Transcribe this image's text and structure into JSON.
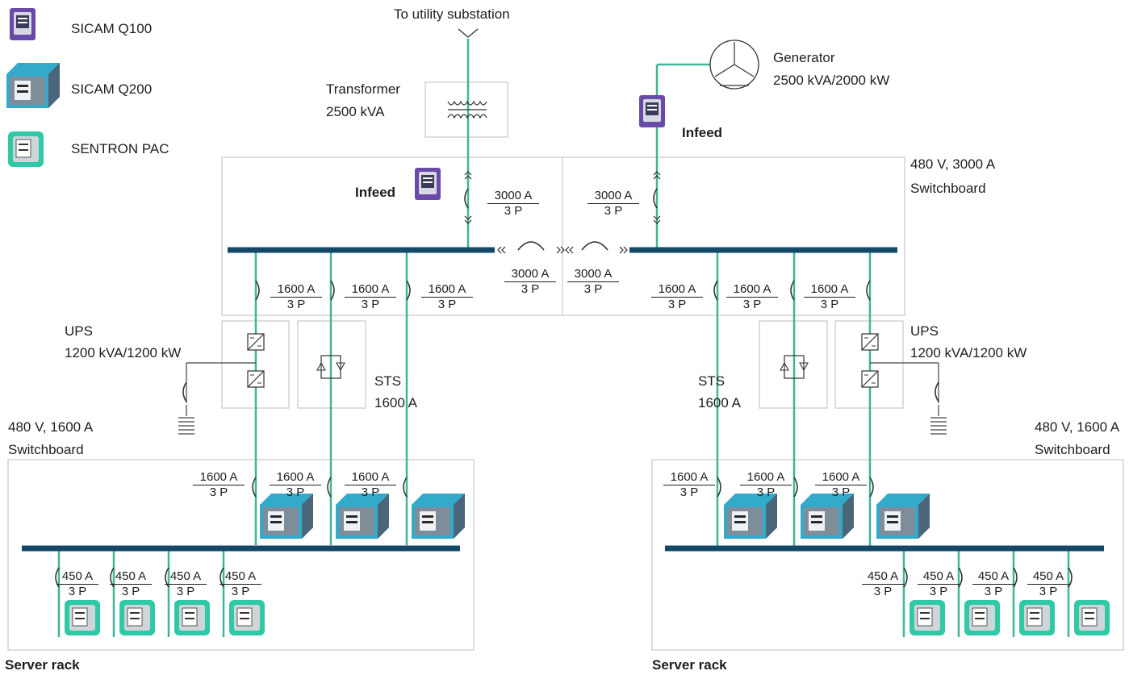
{
  "colors": {
    "bus": "#144866",
    "feeder": "#40b59a",
    "frame": "#c8c8c8",
    "q100": "#6a4aa8",
    "q200": "#34aacb",
    "pac": "#2fc9a6",
    "text": "#1e1e1e"
  },
  "legend": [
    {
      "icon": "sicam-q100-icon",
      "label": "SICAM Q100"
    },
    {
      "icon": "sicam-q200-icon",
      "label": "SICAM Q200"
    },
    {
      "icon": "sentron-pac-icon",
      "label": "SENTRON PAC"
    }
  ],
  "utility": "To utility substation",
  "transformer": {
    "title": "Transformer",
    "rating": "2500 kVA"
  },
  "generator": {
    "title": "Generator",
    "rating": "2500 kVA/2000 kW"
  },
  "infeed": "Infeed",
  "main_switchboard": {
    "voltage": "480 V, 3000 A",
    "name": "Switchboard"
  },
  "breakers": {
    "infeed_left": {
      "rating": "3000 A",
      "poles": "3 P"
    },
    "infeed_right": {
      "rating": "3000 A",
      "poles": "3 P"
    },
    "tie_left": {
      "rating": "3000 A",
      "poles": "3 P"
    },
    "tie_right": {
      "rating": "3000 A",
      "poles": "3 P"
    },
    "feeder_left": [
      {
        "rating": "1600 A",
        "poles": "3 P"
      },
      {
        "rating": "1600 A",
        "poles": "3 P"
      },
      {
        "rating": "1600 A",
        "poles": "3 P"
      }
    ],
    "feeder_right": [
      {
        "rating": "1600 A",
        "poles": "3 P"
      },
      {
        "rating": "1600 A",
        "poles": "3 P"
      },
      {
        "rating": "1600 A",
        "poles": "3 P"
      }
    ],
    "sub_left": [
      {
        "rating": "1600 A",
        "poles": "3 P"
      },
      {
        "rating": "1600 A",
        "poles": "3 P"
      },
      {
        "rating": "1600 A",
        "poles": "3 P"
      }
    ],
    "sub_right": [
      {
        "rating": "1600 A",
        "poles": "3 P"
      },
      {
        "rating": "1600 A",
        "poles": "3 P"
      },
      {
        "rating": "1600 A",
        "poles": "3 P"
      }
    ],
    "rack_left": [
      {
        "rating": "450 A",
        "poles": "3 P"
      },
      {
        "rating": "450 A",
        "poles": "3 P"
      },
      {
        "rating": "450 A",
        "poles": "3 P"
      },
      {
        "rating": "450 A",
        "poles": "3 P"
      }
    ],
    "rack_right": [
      {
        "rating": "450 A",
        "poles": "3 P"
      },
      {
        "rating": "450 A",
        "poles": "3 P"
      },
      {
        "rating": "450 A",
        "poles": "3 P"
      },
      {
        "rating": "450 A",
        "poles": "3 P"
      }
    ]
  },
  "ups": {
    "title": "UPS",
    "rating": "1200 kVA/1200 kW"
  },
  "sts": {
    "title": "STS",
    "rating": "1600 A"
  },
  "sub_switchboard": {
    "voltage": "480 V, 1600 A",
    "name": "Switchboard"
  },
  "server_rack": "Server rack"
}
